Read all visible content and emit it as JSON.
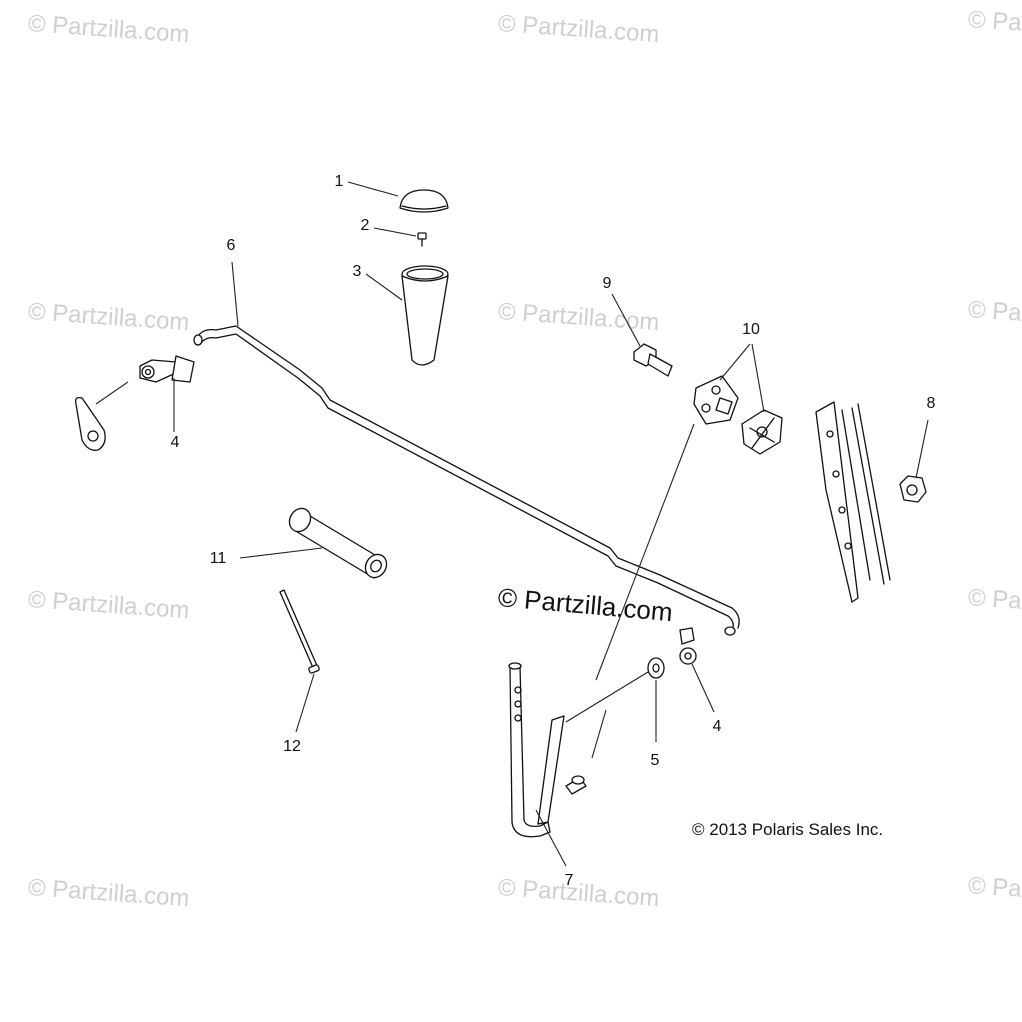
{
  "watermark_text": "© Partzilla.com",
  "center_watermark": "© Partzilla.com",
  "copyright": "© 2013 Polaris Sales Inc.",
  "callouts": {
    "c1": "1",
    "c2": "2",
    "c3": "3",
    "c4a": "4",
    "c4b": "4",
    "c5": "5",
    "c6": "6",
    "c7": "7",
    "c8": "8",
    "c9": "9",
    "c10": "10",
    "c11": "11",
    "c12": "12"
  },
  "parts": {
    "shift_knob_cap": "cap",
    "screw": "screw",
    "shift_knob": "knob",
    "retainer_clip": "clip",
    "washer": "washer",
    "shift_rod": "rod",
    "shift_lever": "lever",
    "nut": "nut",
    "bolt": "bolt",
    "bushing_pair": "bushing",
    "shift_boot": "boot",
    "pin": "pin"
  }
}
